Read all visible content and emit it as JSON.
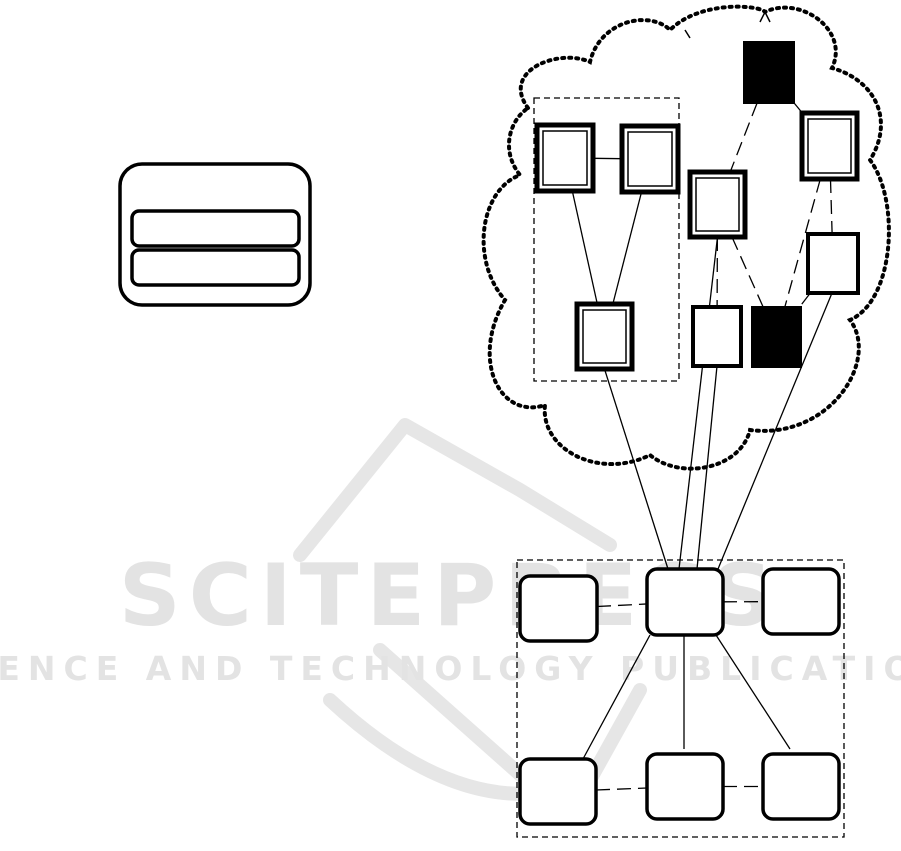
{
  "diagram": {
    "type": "network-architecture",
    "legend": {
      "icon": "stacked-node-icon",
      "label": ""
    },
    "cloud_nodes": [
      {
        "id": "c1",
        "style": "double-border"
      },
      {
        "id": "c2",
        "style": "double-border"
      },
      {
        "id": "c3",
        "style": "double-border"
      },
      {
        "id": "b1",
        "style": "filled-black"
      },
      {
        "id": "c4",
        "style": "double-border"
      },
      {
        "id": "c5",
        "style": "double-border"
      },
      {
        "id": "s1",
        "style": "thick-border"
      },
      {
        "id": "s2",
        "style": "thick-border"
      },
      {
        "id": "b2",
        "style": "filled-black"
      }
    ],
    "cluster_nodes": [
      {
        "id": "n1"
      },
      {
        "id": "n2"
      },
      {
        "id": "n3"
      },
      {
        "id": "n4"
      },
      {
        "id": "n5"
      },
      {
        "id": "n6"
      }
    ],
    "edges": [
      {
        "from": "c1",
        "to": "c2",
        "style": "solid"
      },
      {
        "from": "c1",
        "to": "c3",
        "style": "solid"
      },
      {
        "from": "c2",
        "to": "c3",
        "style": "solid"
      },
      {
        "from": "b1",
        "to": "c4",
        "style": "dashed"
      },
      {
        "from": "b1",
        "to": "c5",
        "style": "dashed"
      },
      {
        "from": "c4",
        "to": "s2",
        "style": "dashed"
      },
      {
        "from": "c4",
        "to": "b2",
        "style": "dashed"
      },
      {
        "from": "c5",
        "to": "b2",
        "style": "dashed"
      },
      {
        "from": "c5",
        "to": "s1",
        "style": "dashed"
      },
      {
        "from": "s1",
        "to": "b2",
        "style": "dashed"
      },
      {
        "from": "c3",
        "to": "n2",
        "style": "solid"
      },
      {
        "from": "c4",
        "to": "n2",
        "style": "solid"
      },
      {
        "from": "s2",
        "to": "n2",
        "style": "solid"
      },
      {
        "from": "s1",
        "to": "n2",
        "style": "solid"
      },
      {
        "from": "n1",
        "to": "n2",
        "style": "dashed"
      },
      {
        "from": "n2",
        "to": "n3",
        "style": "dashed"
      },
      {
        "from": "n4",
        "to": "n5",
        "style": "dashed"
      },
      {
        "from": "n5",
        "to": "n6",
        "style": "dashed"
      },
      {
        "from": "n2",
        "to": "n4",
        "style": "solid"
      },
      {
        "from": "n2",
        "to": "n5",
        "style": "solid"
      },
      {
        "from": "n2",
        "to": "n6",
        "style": "solid"
      }
    ]
  },
  "watermark": {
    "title": "SCITEPRESS",
    "subtitle": "SCIENCE AND TECHNOLOGY PUBLICATIONS",
    "color": "#e3e3e3"
  },
  "colors": {
    "stroke": "#000000",
    "fill_dark": "#000000",
    "background": "#ffffff"
  }
}
